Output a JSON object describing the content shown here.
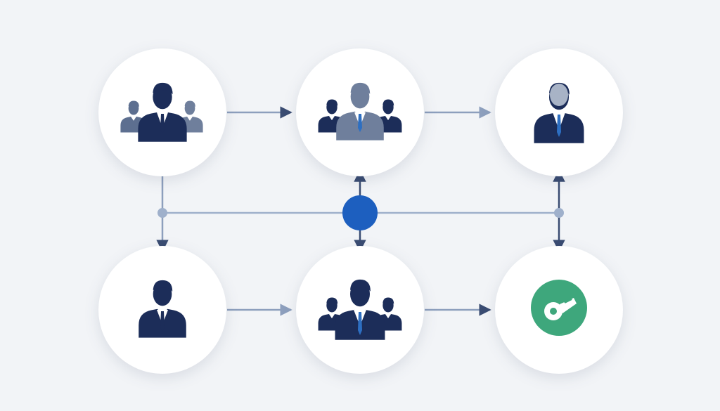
{
  "colors": {
    "background": "#f2f4f7",
    "node_fill": "#ffffff",
    "connector": "#8d9fbd",
    "connector_dark": "#3a4c72",
    "person_dark": "#1c2d59",
    "person_mid": "#5d6f90",
    "tie_blue": "#2d6fc2",
    "hub": "#1d5fbf",
    "accent_green": "#3ea77c"
  },
  "nodes": [
    {
      "id": "top-left",
      "icon": "team-icon",
      "lead_shade": "dark"
    },
    {
      "id": "top-middle",
      "icon": "team-icon",
      "lead_shade": "mid"
    },
    {
      "id": "top-right",
      "icon": "person-icon"
    },
    {
      "id": "bottom-left",
      "icon": "person-icon"
    },
    {
      "id": "bottom-middle",
      "icon": "team-icon",
      "lead_shade": "dark"
    },
    {
      "id": "bottom-right",
      "icon": "whistle-icon"
    }
  ],
  "edges": [
    {
      "from": "top-left",
      "to": "top-middle",
      "kind": "arrow"
    },
    {
      "from": "top-middle",
      "to": "top-right",
      "kind": "arrow"
    },
    {
      "from": "bottom-left",
      "to": "bottom-middle",
      "kind": "arrow"
    },
    {
      "from": "bottom-middle",
      "to": "bottom-right",
      "kind": "arrow"
    },
    {
      "from": "top-left",
      "to": "bottom-left",
      "kind": "arrow"
    },
    {
      "from": "hub",
      "to": "top-middle",
      "kind": "arrow"
    },
    {
      "from": "hub",
      "to": "bottom-middle",
      "kind": "arrow"
    },
    {
      "from": "right-junction",
      "to": "top-right",
      "kind": "arrow"
    },
    {
      "from": "right-junction",
      "to": "bottom-right",
      "kind": "arrow"
    }
  ],
  "hub": {
    "id": "hub",
    "icon": "hub-dot"
  }
}
